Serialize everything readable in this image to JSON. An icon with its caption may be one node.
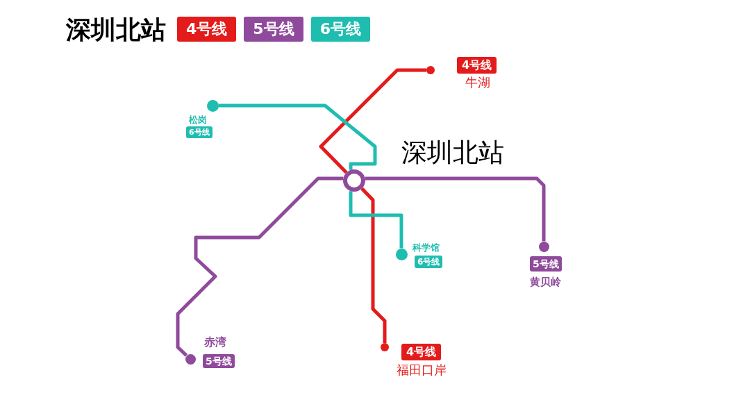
{
  "diagram": {
    "title": "深圳北站",
    "nodes": [
      {
        "text": [],
        "shape": "circle",
        "beside": [
          "4号线",
          "牛湖"
        ]
      },
      {
        "text": [],
        "shape": "circle",
        "beside": [
          "松岗",
          "6号线"
        ]
      },
      {
        "text": [],
        "shape": "circle",
        "beside": [
          "深圳北站"
        ]
      },
      {
        "text": [],
        "shape": "circle",
        "beside": [
          "科学馆",
          "6号线"
        ]
      },
      {
        "text": [],
        "shape": "circle",
        "beside": [
          "5号线",
          "黄贝岭"
        ]
      },
      {
        "text": [],
        "shape": "circle",
        "beside": [
          "赤湾",
          "5号线"
        ]
      },
      {
        "text": [],
        "shape": "circle",
        "beside": [
          "4号线",
          "福田口岸"
        ]
      }
    ],
    "edges": [
      {
        "from": 0,
        "to": 2,
        "arrow": "none",
        "color": "#e41b1b"
      },
      {
        "from": 2,
        "to": 6,
        "arrow": "none",
        "color": "#e41b1b"
      },
      {
        "from": 5,
        "to": 2,
        "arrow": "none",
        "color": "#8f4a9c"
      },
      {
        "from": 2,
        "to": 4,
        "arrow": "none",
        "color": "#8f4a9c"
      },
      {
        "from": 1,
        "to": 2,
        "arrow": "none",
        "color": "#1fbdb0"
      },
      {
        "from": 2,
        "to": 3,
        "arrow": "none",
        "color": "#1fbdb0"
      }
    ],
    "legend": [
      {
        "text": "4号线",
        "color": "#e41b1b"
      },
      {
        "text": "5号线",
        "color": "#8f4a9c"
      },
      {
        "text": "6号线",
        "color": "#1fbdb0"
      }
    ]
  }
}
